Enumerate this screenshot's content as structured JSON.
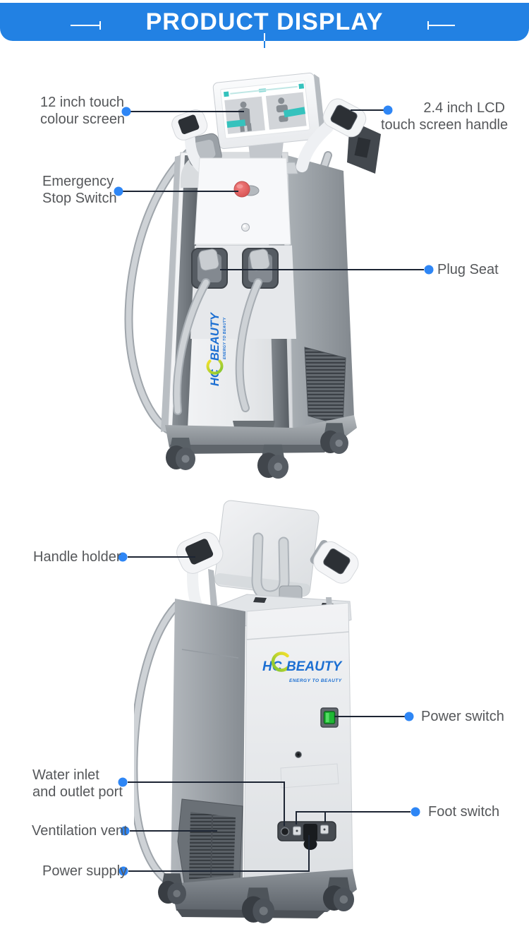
{
  "header": {
    "title": "PRODUCT DISPLAY"
  },
  "brand": {
    "prefix": "HC",
    "suffix": "BEAUTY",
    "tagline": "ENERGY TO BEAUTY"
  },
  "front_view": {
    "description": "front view of beauty machine with touch screen, two handles, emergency stop and plug seats",
    "labels": {
      "touch_screen": {
        "line1": "12 inch touch",
        "line2": "colour screen"
      },
      "emergency_stop": {
        "line1": "Emergency",
        "line2": "Stop Switch"
      },
      "lcd_handle": {
        "line1": "2.4 inch LCD",
        "line2": "touch screen handle"
      },
      "plug_seat": {
        "text": "Plug Seat"
      }
    }
  },
  "back_view": {
    "description": "back view of beauty machine with handle holders, power switch, ports and vents",
    "labels": {
      "handle_holder": {
        "text": "Handle holder"
      },
      "power_switch": {
        "text": "Power switch"
      },
      "water_port": {
        "line1": "Water inlet",
        "line2": "and outlet port"
      },
      "ventilation": {
        "text": "Ventilation vent"
      },
      "power_supply": {
        "text": "Power supply"
      },
      "foot_switch": {
        "text": "Foot switch"
      }
    }
  },
  "colors": {
    "banner_blue": "#2281e3",
    "dot_blue": "#2e86f5",
    "leader_line": "#1d2533",
    "label_text": "#55575a",
    "brand_blue": "#1c6fd2",
    "estop_red": "#db5454",
    "power_green": "#1fb834",
    "screen_teal": "#35c2bd"
  }
}
